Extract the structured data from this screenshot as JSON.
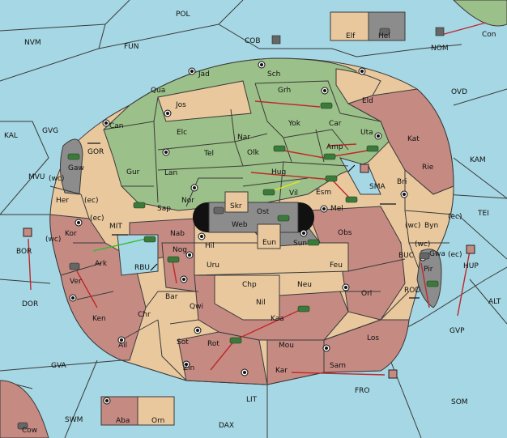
{
  "colors": {
    "sea": "#a6d7e4",
    "green_power": "#9cc089",
    "tan_power": "#e9c89e",
    "red_power": "#c58b83",
    "gray_power": "#8c8c8c",
    "order_red": "#c0282a",
    "order_yellow": "#e6e61e",
    "order_green": "#2fbf2f"
  },
  "outer_regions": {
    "POL": "POL",
    "NVM": "NVM",
    "FUN": "FUN",
    "COB": "COB",
    "NOM": "NOM",
    "Con": "Con",
    "OVD": "OVD",
    "KAM": "KAM",
    "TEI": "TEI",
    "ALT": "ALT",
    "GVP": "GVP",
    "SOM": "SOM",
    "FRO": "FRO",
    "DAX": "DAX",
    "LIT": "LIT",
    "SWM": "SWM",
    "GVA": "GVA",
    "DOR": "DOR",
    "BOR": "BOR",
    "MVU": "MVU",
    "KAL": "KAL",
    "GVG": "GVG",
    "Cow": "Cow",
    "HUP": "HUP"
  },
  "inner_seas": {
    "GOR": "GOR",
    "MIT": "MIT",
    "RBU": "RBU",
    "SMA": "SMA",
    "BUC": "BUC",
    "ROD": "ROD"
  },
  "provinces": {
    "Jad": "Jad",
    "Sch": "Sch",
    "Qua": "Qua",
    "Jos": "Jos",
    "Grh": "Grh",
    "Eld": "Eld",
    "Can": "Can",
    "Elc": "Elc",
    "Nar": "Nar",
    "Yok": "Yok",
    "Car": "Car",
    "Uta": "Uta",
    "Kat": "Kat",
    "Tel": "Tel",
    "Olk": "Olk",
    "Amp": "Amp",
    "Gur": "Gur",
    "Lan": "Lan",
    "Hug": "Hug",
    "Esm": "Esm",
    "Vil": "Vil",
    "Rie": "Rie",
    "Bri": "Bri",
    "Gaw": "Gaw",
    "Her": "Her",
    "Nor": "Nor",
    "Sap": "Sap",
    "Skr": "Skr",
    "Ost": "Ost",
    "Web": "Web",
    "Mel": "Mel",
    "Kor": "Kor",
    "Nab": "Nab",
    "Eun": "Eun",
    "Sun": "Sun",
    "Obs": "Obs",
    "Byn": "Byn",
    "Hil": "Hil",
    "Ark": "Ark",
    "Nog": "Nog",
    "Uru": "Uru",
    "Feu": "Feu",
    "Gwa": "Gwa",
    "Pir": "Pir",
    "Ver": "Ver",
    "Chp": "Chp",
    "Neu": "Neu",
    "Bar": "Bar",
    "Qwi": "Qwi",
    "Nil": "Nil",
    "Orl": "Orl",
    "Ken": "Ken",
    "Chr": "Chr",
    "Kaa": "Kaa",
    "Ail": "Ail",
    "Sot": "Sot",
    "Rot": "Rot",
    "Mou": "Mou",
    "Los": "Los",
    "Zin": "Zin",
    "Kar": "Kar",
    "Sam": "Sam",
    "Elf": "Elf",
    "Hel": "Hel",
    "Aba": "Aba",
    "Orn": "Orn"
  },
  "coast_tags": {
    "wc1": "(wc)",
    "ec1": "(ec)",
    "ec2": "(ec)",
    "wc2": "(wc)",
    "wc3": "(wc)",
    "ec3": "(ec)",
    "wc4": "(wc)",
    "ec4": "(ec)"
  }
}
